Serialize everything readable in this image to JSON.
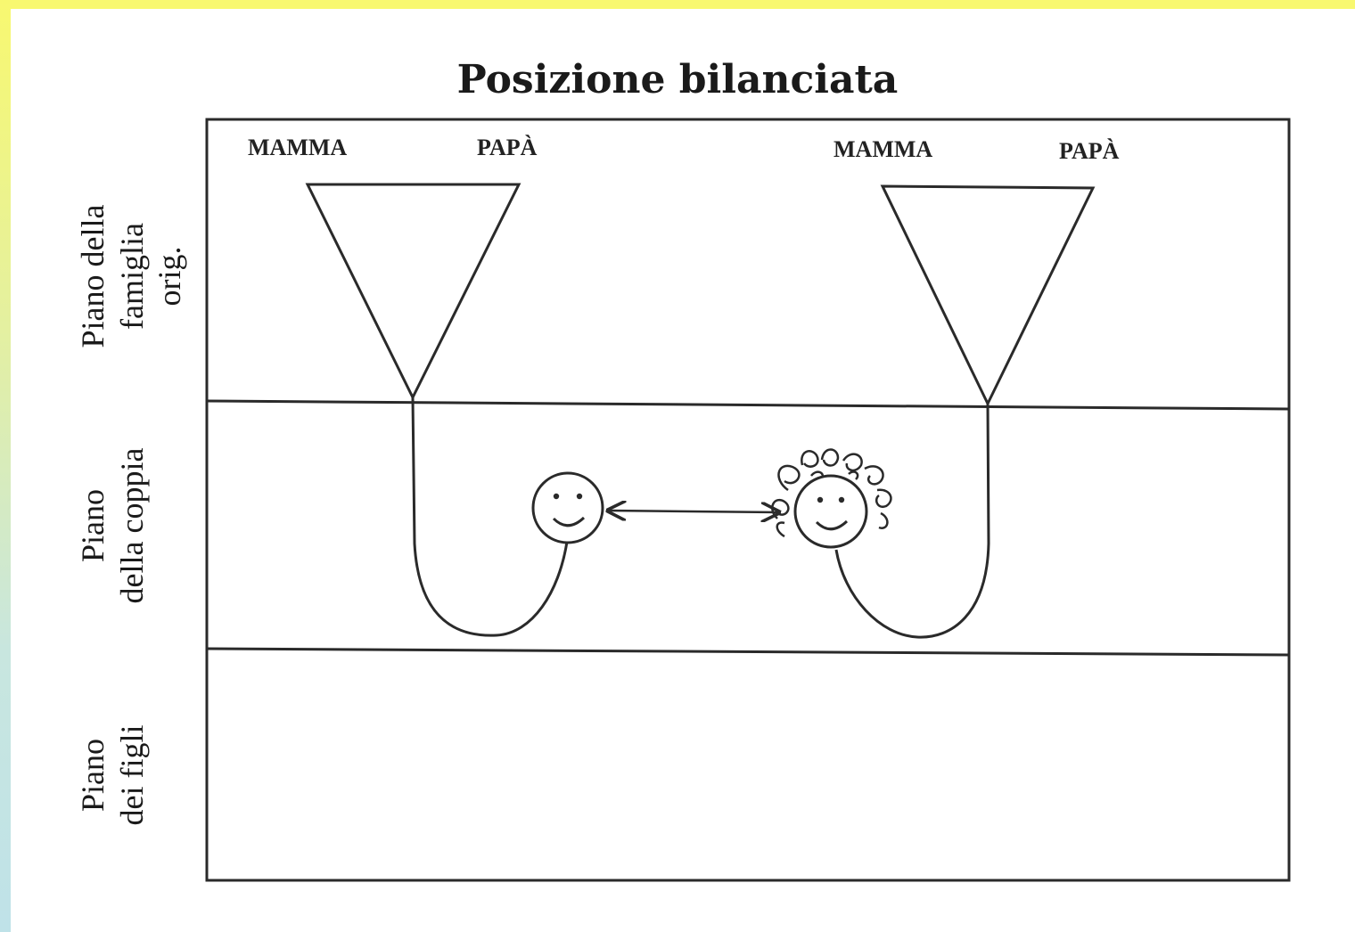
{
  "diagram": {
    "title": "Posizione bilanciata",
    "levels": [
      {
        "lines": [
          "Piano della",
          "famiglia",
          "orig."
        ]
      },
      {
        "lines": [
          "Piano",
          "della coppia"
        ]
      },
      {
        "lines": [
          "Piano",
          "dei figli"
        ]
      }
    ],
    "family_left": {
      "mother_label": "MAMMA",
      "father_label": "PAPÀ"
    },
    "family_right": {
      "mother_label": "MAMMA",
      "father_label": "PAPÀ"
    },
    "relationship": "double-arrow between the two partners",
    "icons": [
      "smiley-face-icon",
      "smiley-face-curly-hair-icon"
    ],
    "colors": {
      "ink": "#2a2a2a",
      "frame_yellow": "#f8f870",
      "frame_blue": "#bfe2e8"
    }
  }
}
